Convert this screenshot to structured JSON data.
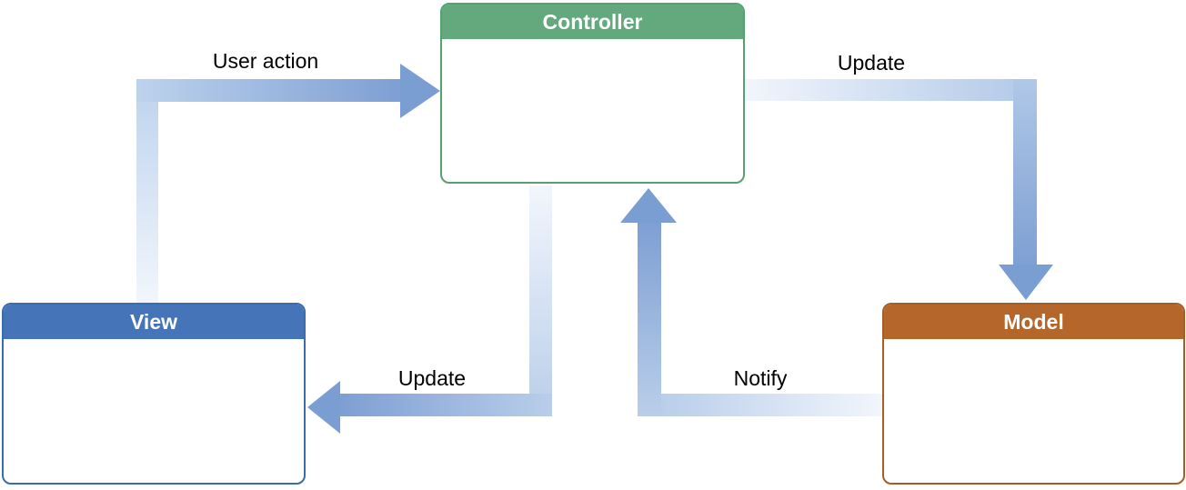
{
  "diagram": {
    "type": "flow-diagram",
    "background": "#FFFFFF",
    "label_color": "#000000",
    "arrow_palette": {
      "gradient_start": "#F2F6FC",
      "gradient_mid": "#BDD2ED",
      "gradient_end": "#7E9FD3",
      "head": "#7A9DD2"
    },
    "nodes": [
      {
        "id": "controller",
        "label": "Controller",
        "header_color": "#64A87E",
        "border_color": "#54A172",
        "title_color": "#FFFFFF",
        "body": ""
      },
      {
        "id": "view",
        "label": "View",
        "header_color": "#4575B8",
        "border_color": "#3A6CB0",
        "title_color": "#FFFFFF",
        "body": ""
      },
      {
        "id": "model",
        "label": "Model",
        "header_color": "#B5662A",
        "border_color": "#A75D24",
        "title_color": "#FFFFFF",
        "body": ""
      }
    ],
    "edges": [
      {
        "from": "view",
        "to": "controller",
        "label": "User action"
      },
      {
        "from": "controller",
        "to": "model",
        "label": "Update"
      },
      {
        "from": "controller",
        "to": "view",
        "label": "Update"
      },
      {
        "from": "model",
        "to": "controller",
        "label": "Notify"
      }
    ]
  }
}
